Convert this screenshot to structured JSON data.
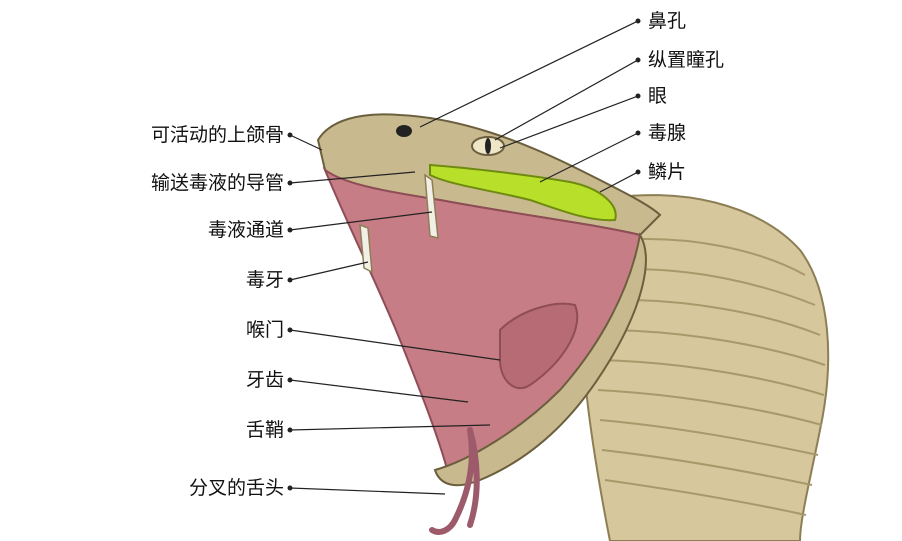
{
  "labels_left": [
    "可活动的上颌骨",
    "输送毒液的导管",
    "毒液通道",
    "毒牙",
    "喉门",
    "牙齿",
    "舌鞘",
    "分叉的舌头"
  ],
  "labels_right": [
    "鼻孔",
    "纵置瞳孔",
    "眼",
    "毒腺",
    "鳞片"
  ],
  "colors": {
    "scale": "#c8b98e",
    "scale_dark": "#8d7f55",
    "mouth": "#c77d86",
    "mouth_dark": "#8f4d57",
    "gland": "#b8e02a",
    "line": "#222222"
  }
}
